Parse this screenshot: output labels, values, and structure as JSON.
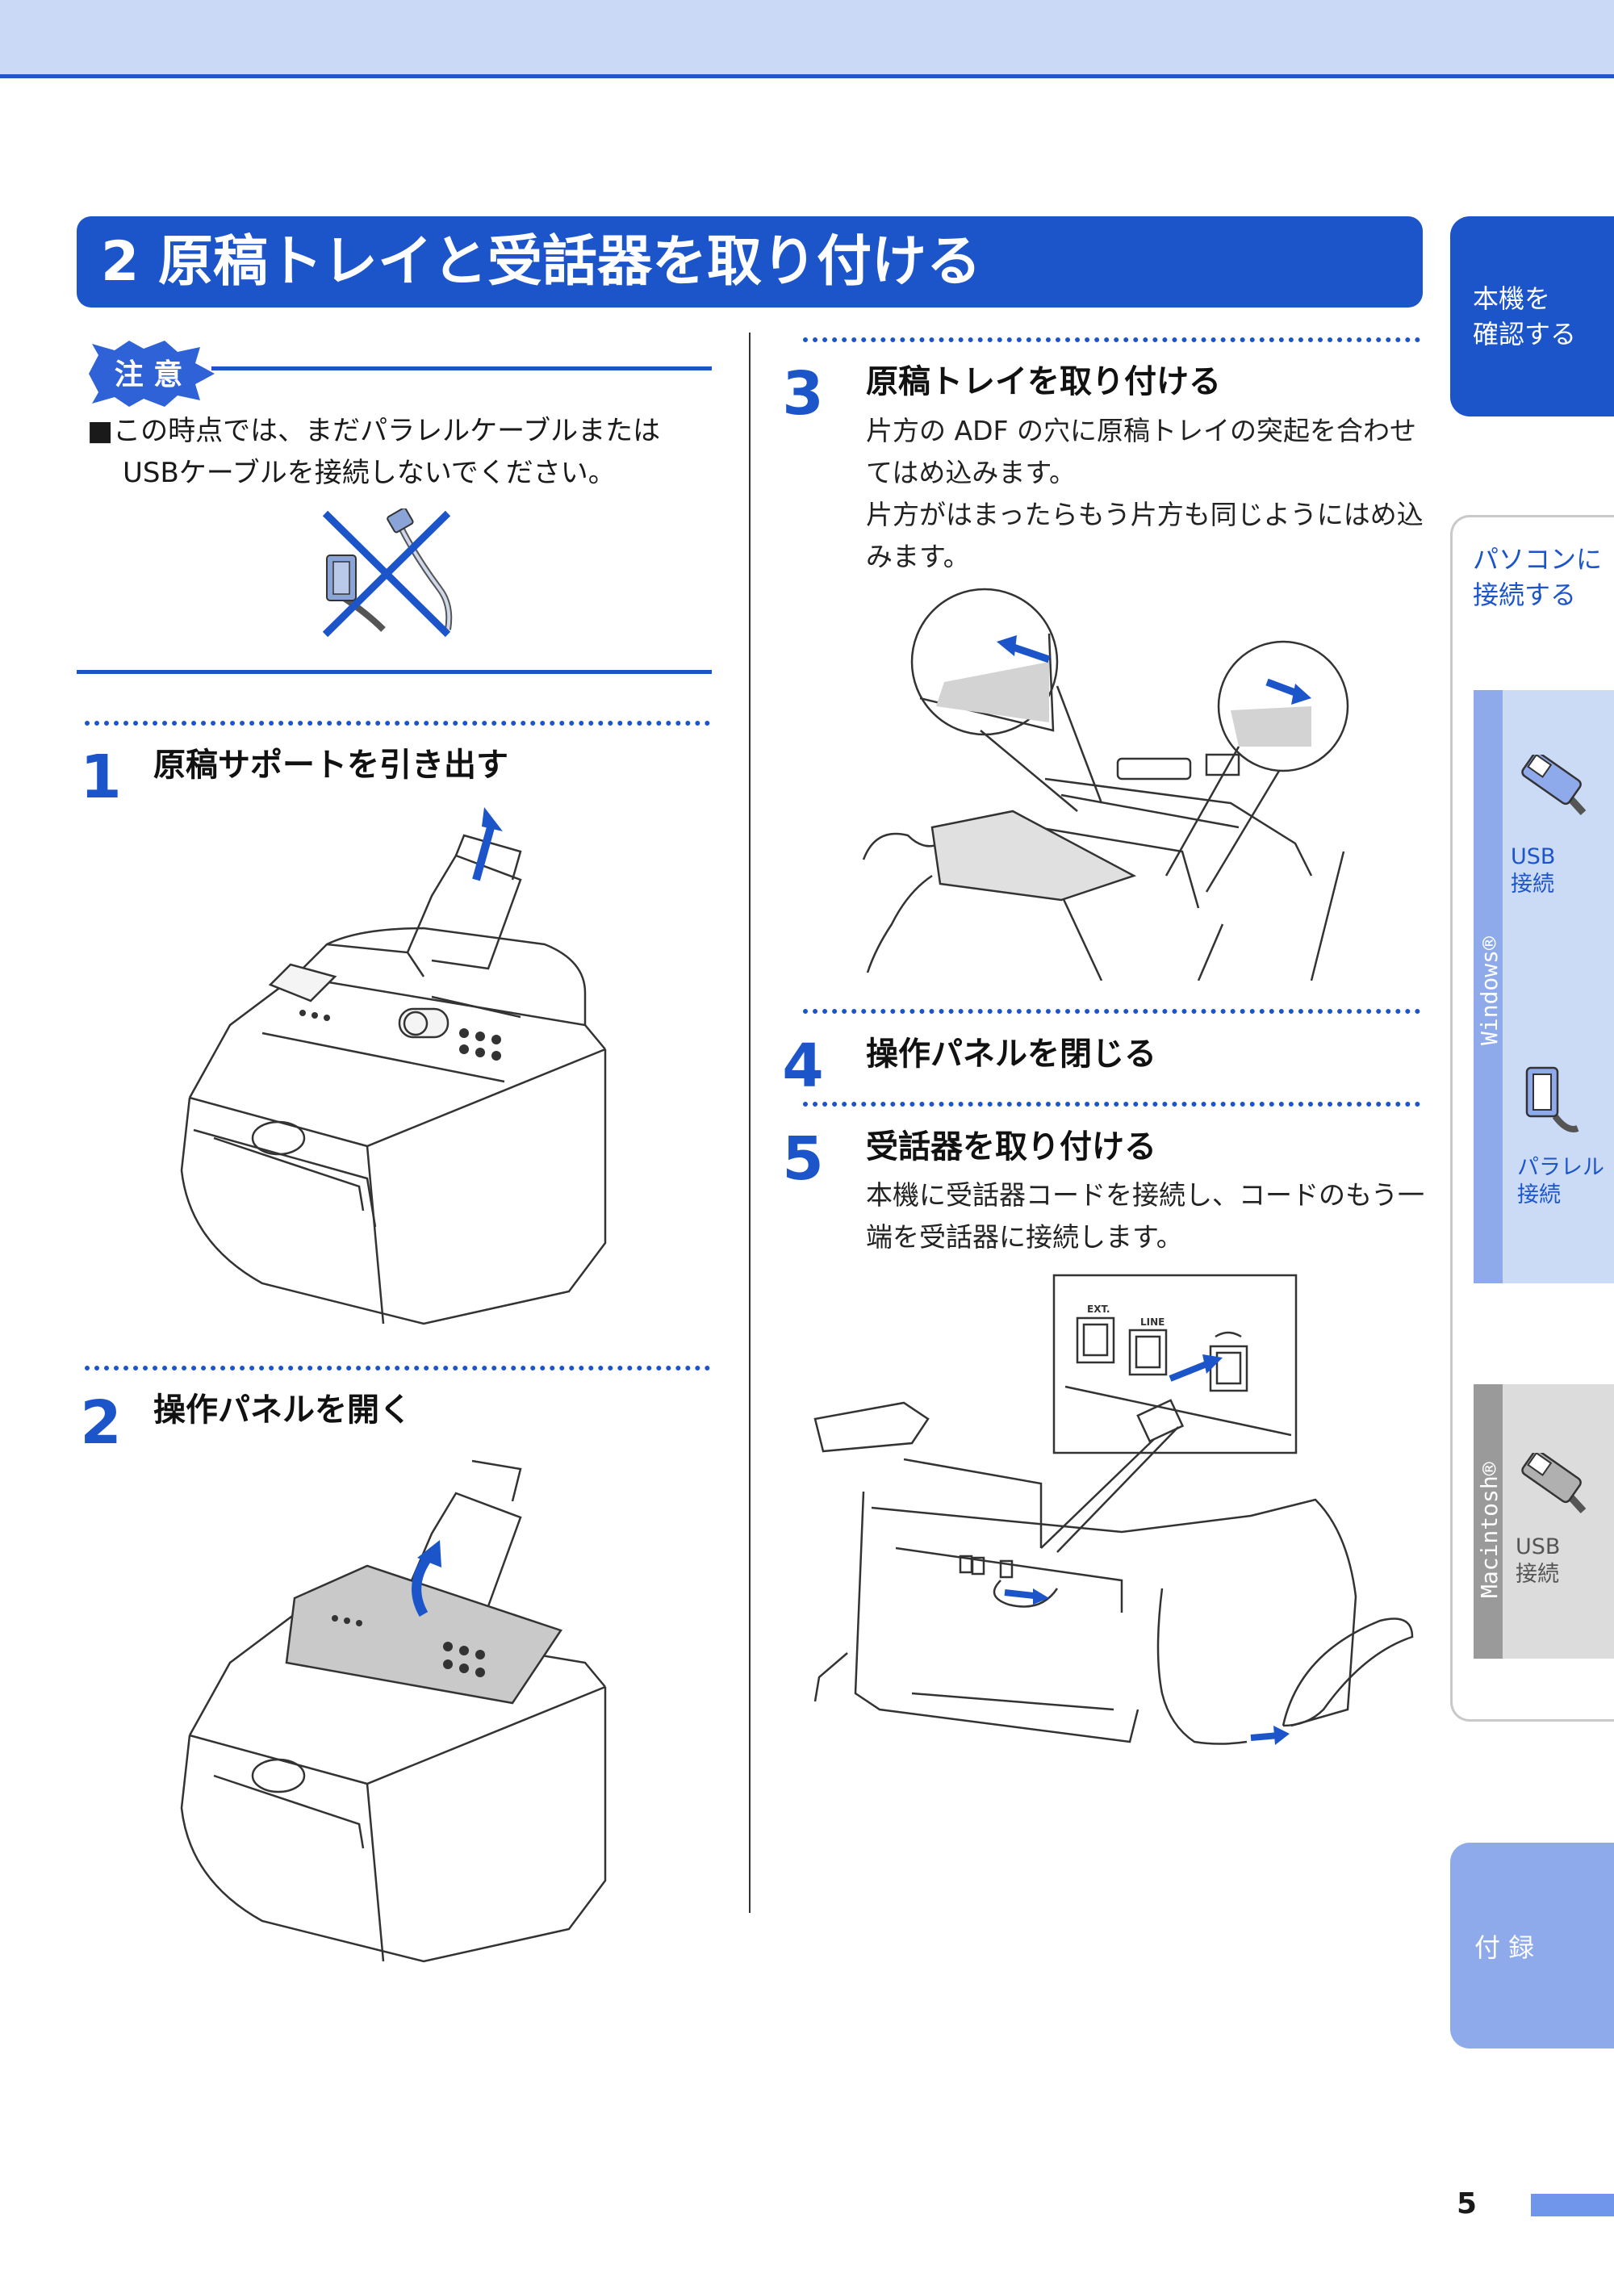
{
  "section": {
    "number": "2",
    "title": "原稿トレイと受話器を取り付ける"
  },
  "caution": {
    "badge": "注 意",
    "bullet": "■",
    "line1": "この時点では、まだパラレルケーブルまたは",
    "line2": "USBケーブルを接続しないでください。"
  },
  "steps": [
    {
      "num": "1",
      "title": "原稿サポートを引き出す"
    },
    {
      "num": "2",
      "title": "操作パネルを開く"
    },
    {
      "num": "3",
      "title": "原稿トレイを取り付ける",
      "body": [
        "片方の ADF の穴に原稿トレイの突起を合わせ",
        "てはめ込みます。",
        "片方がはまったらもう片方も同じようにはめ込",
        "みます。"
      ]
    },
    {
      "num": "4",
      "title": "操作パネルを閉じる"
    },
    {
      "num": "5",
      "title": "受話器を取り付ける",
      "body": [
        "本機に受話器コードを接続し、コードのもう一",
        "端を受話器に接続します。"
      ]
    }
  ],
  "jack_labels": {
    "ext": "EXT.",
    "line": "LINE"
  },
  "side_tabs": {
    "confirm": [
      "本機を",
      "確認する"
    ],
    "connect_pc": [
      "パソコンに",
      "接続する"
    ],
    "windows_label": "Windows®",
    "win_usb": [
      "USB",
      "接続"
    ],
    "win_parallel": [
      "パラレル",
      "接続"
    ],
    "mac_label": "Macintosh®",
    "mac_usb": [
      "USB",
      "接続"
    ],
    "appendix": "付 録"
  },
  "colors": {
    "accent": "#1c55c9",
    "tab_light": "#cbdaf5",
    "tab_mid": "#8eaaea",
    "mac_gray": "#9a9a9a"
  },
  "page_number": "5"
}
